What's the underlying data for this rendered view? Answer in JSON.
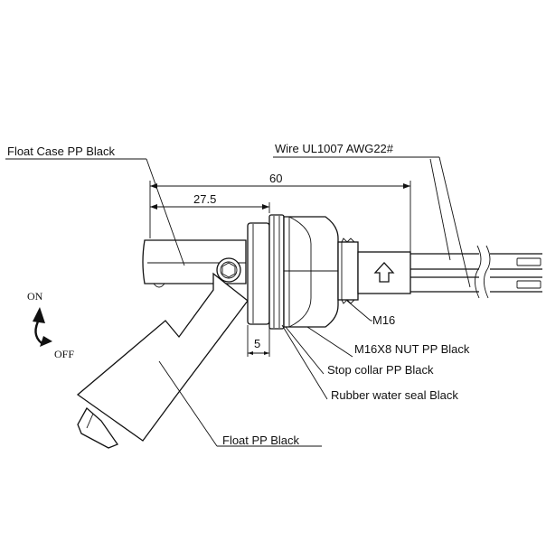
{
  "labels": {
    "float_case": "Float Case PP Black",
    "wire": "Wire UL1007 AWG22#",
    "m16": "M16",
    "nut": "M16X8 NUT PP Black",
    "stop_collar": "Stop collar  PP Black",
    "rubber_seal": "Rubber water seal  Black",
    "float": "Float PP Black"
  },
  "dimensions": {
    "overall_length": "60",
    "pivot_length": "27.5",
    "collar_width": "5"
  },
  "states": {
    "on": "ON",
    "off": "OFF"
  }
}
